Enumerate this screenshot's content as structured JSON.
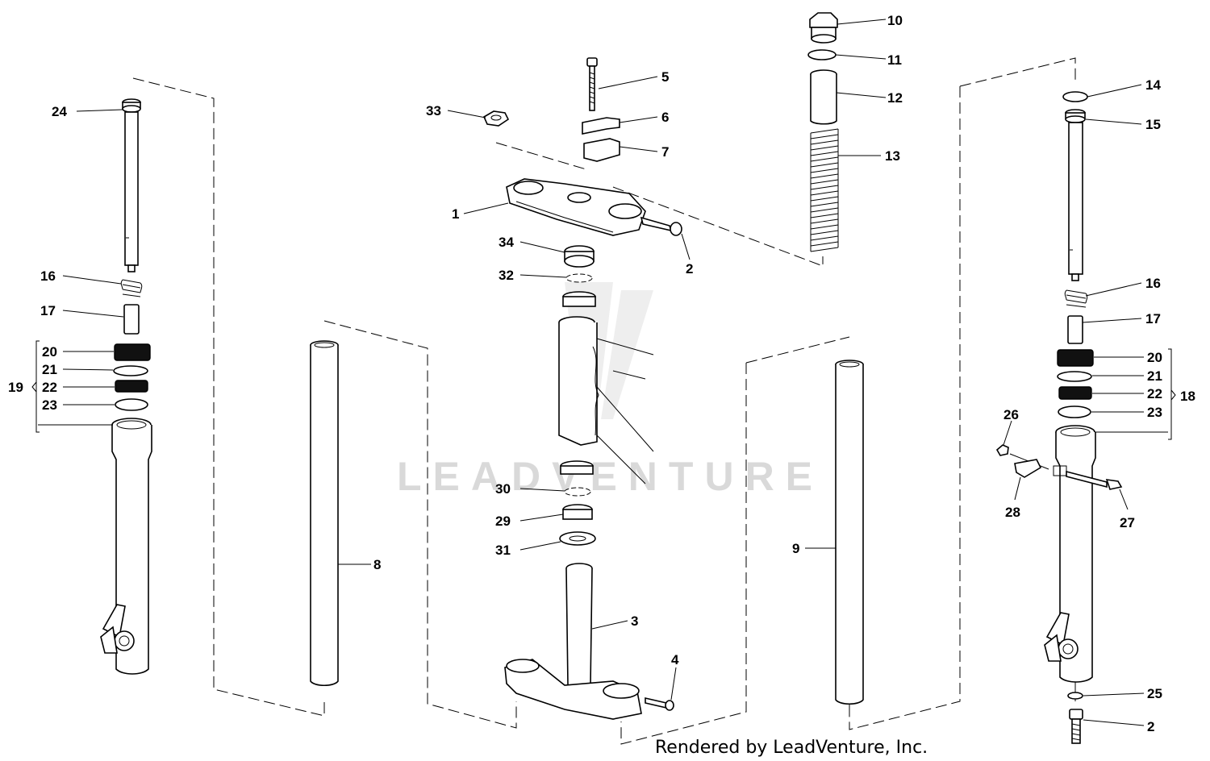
{
  "watermark": "LEADVENTURE",
  "credit": "Rendered by LeadVenture, Inc.",
  "callouts": {
    "c1": "1",
    "c2a": "2",
    "c2b": "2",
    "c3": "3",
    "c4": "4",
    "c5": "5",
    "c6": "6",
    "c7": "7",
    "c8": "8",
    "c9": "9",
    "c10": "10",
    "c11": "11",
    "c12": "12",
    "c13": "13",
    "c14": "14",
    "c15": "15",
    "c16a": "16",
    "c16b": "16",
    "c17a": "17",
    "c17b": "17",
    "c18": "18",
    "c19": "19",
    "c20a": "20",
    "c20b": "20",
    "c21a": "21",
    "c21b": "21",
    "c22a": "22",
    "c22b": "22",
    "c23a": "23",
    "c23b": "23",
    "c24": "24",
    "c25": "25",
    "c26": "26",
    "c27": "27",
    "c28": "28",
    "c29": "29",
    "c30": "30",
    "c31": "31",
    "c32": "32",
    "c33": "33",
    "c34": "34"
  }
}
